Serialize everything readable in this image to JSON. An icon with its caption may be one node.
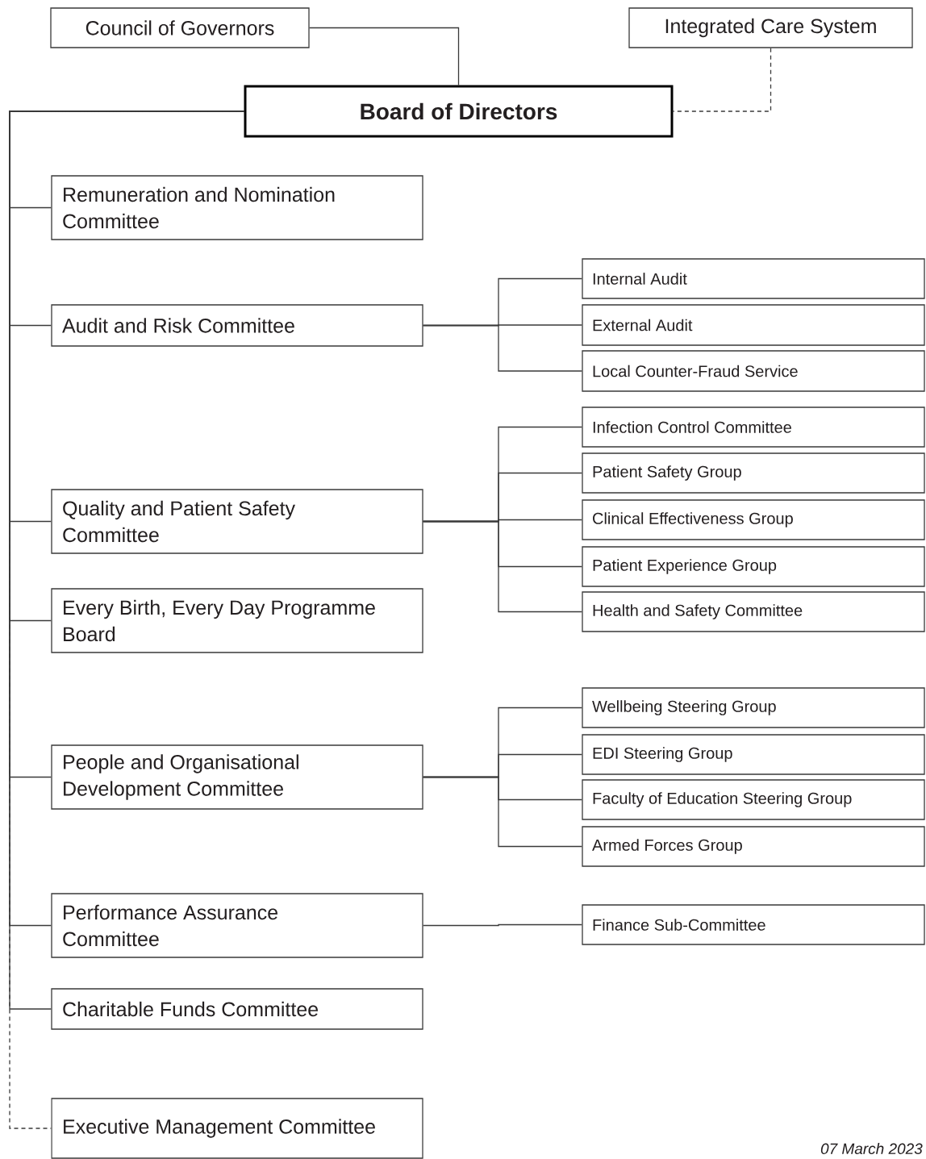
{
  "diagram": {
    "nodes": [
      {
        "text": [
          "Council of Governors"
        ]
      },
      {
        "text": [
          "Integrated Care System"
        ]
      },
      {
        "text": [
          "Board of Directors"
        ]
      },
      {
        "text": [
          "Remuneration and Nomination Committee"
        ]
      },
      {
        "text": [
          "Audit and Risk Committee"
        ]
      },
      {
        "text": [
          "Internal Audit"
        ]
      },
      {
        "text": [
          "External Audit"
        ]
      },
      {
        "text": [
          "Local Counter-Fraud Service"
        ]
      },
      {
        "text": [
          "Infection Control Committee"
        ]
      },
      {
        "text": [
          "Patient Safety Group"
        ]
      },
      {
        "text": [
          "Clinical Effectiveness Group"
        ]
      },
      {
        "text": [
          "Patient Experience Group"
        ]
      },
      {
        "text": [
          "Health and Safety Committee"
        ]
      },
      {
        "text": [
          "Quality and Patient Safety Committee"
        ]
      },
      {
        "text": [
          "Every Birth, Every Day Programme Board"
        ]
      },
      {
        "text": [
          "Wellbeing Steering Group"
        ]
      },
      {
        "text": [
          "EDI Steering Group"
        ]
      },
      {
        "text": [
          "Faculty of Education Steering Group"
        ]
      },
      {
        "text": [
          "Armed Forces Group"
        ]
      },
      {
        "text": [
          "People and Organisational Development Committee"
        ]
      },
      {
        "text": [
          "Performance Assurance Committee"
        ]
      },
      {
        "text": [
          "Finance Sub-Committee"
        ]
      },
      {
        "text": [
          "Charitable Funds Committee"
        ]
      },
      {
        "text": [
          "Executive Management Committee"
        ]
      }
    ],
    "edges": [
      {
        "from": 0,
        "to": 2,
        "arrow": "none"
      },
      {
        "from": 1,
        "to": 2,
        "arrow": "none",
        "style": "dashed"
      },
      {
        "from": 2,
        "to": 3,
        "arrow": "none"
      },
      {
        "from": 2,
        "to": 4,
        "arrow": "none"
      },
      {
        "from": 2,
        "to": 13,
        "arrow": "none"
      },
      {
        "from": 2,
        "to": 14,
        "arrow": "none"
      },
      {
        "from": 2,
        "to": 19,
        "arrow": "none"
      },
      {
        "from": 2,
        "to": 20,
        "arrow": "none"
      },
      {
        "from": 2,
        "to": 22,
        "arrow": "none"
      },
      {
        "from": 2,
        "to": 23,
        "arrow": "none",
        "style": "dashed"
      },
      {
        "from": 4,
        "to": 5,
        "arrow": "none"
      },
      {
        "from": 4,
        "to": 6,
        "arrow": "none"
      },
      {
        "from": 4,
        "to": 7,
        "arrow": "none"
      },
      {
        "from": 13,
        "to": 8,
        "arrow": "none"
      },
      {
        "from": 13,
        "to": 9,
        "arrow": "none"
      },
      {
        "from": 13,
        "to": 10,
        "arrow": "none"
      },
      {
        "from": 13,
        "to": 11,
        "arrow": "none"
      },
      {
        "from": 13,
        "to": 12,
        "arrow": "none"
      },
      {
        "from": 19,
        "to": 15,
        "arrow": "none"
      },
      {
        "from": 19,
        "to": 16,
        "arrow": "none"
      },
      {
        "from": 19,
        "to": 17,
        "arrow": "none"
      },
      {
        "from": 19,
        "to": 18,
        "arrow": "none"
      },
      {
        "from": 20,
        "to": 21,
        "arrow": "none"
      }
    ],
    "labels": [
      "*07 March 2023*"
    ]
  }
}
